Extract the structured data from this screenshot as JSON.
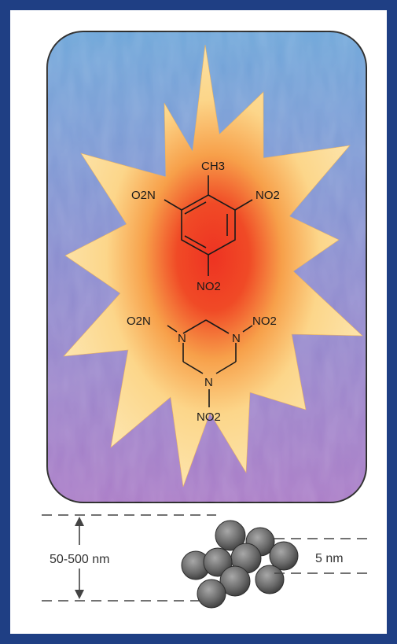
{
  "molecule_tnt": {
    "ch3": "CH3",
    "no2_left": "O2N",
    "no2_right": "NO2",
    "no2_bottom": "NO2"
  },
  "molecule_rdx": {
    "no2_left": "O2N",
    "no2_right": "NO2",
    "no2_bottom": "NO2",
    "n_left": "N",
    "n_right": "N",
    "n_bottom": "N"
  },
  "scale": {
    "aggregate_label": "50-500 nm",
    "particle_label": "5 nm"
  },
  "colors": {
    "frame": "#1f3f84",
    "burst_core": "#ee3a25",
    "burst_outer": "#fde2a0",
    "background_top": "#6fa3d7",
    "background_bottom": "#a77bc7",
    "particle": "#6d6d6d"
  }
}
